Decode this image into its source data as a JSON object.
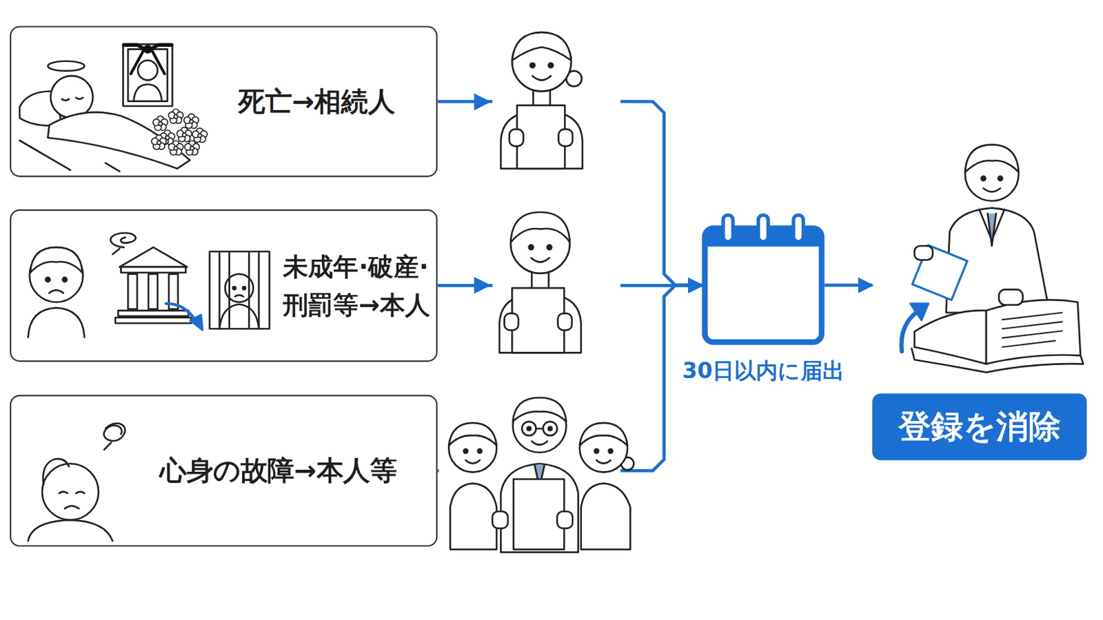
{
  "diagram": {
    "nodes": [
      {
        "text": [
          "死亡→相続人"
        ]
      },
      {
        "text": [
          "未成年·破産·刑罰等→本人"
        ]
      },
      {
        "text": [
          "心身の故障→本人等"
        ]
      },
      {
        "text": [
          "30日以内に届出"
        ]
      },
      {
        "text": [
          "登録を消除"
        ]
      }
    ],
    "edges": [
      {
        "from": 0,
        "to": 3,
        "arrow": "to"
      },
      {
        "from": 1,
        "to": 3,
        "arrow": "to"
      },
      {
        "from": 2,
        "to": 3,
        "arrow": "to"
      },
      {
        "from": 3,
        "to": 4,
        "arrow": "to"
      }
    ]
  }
}
